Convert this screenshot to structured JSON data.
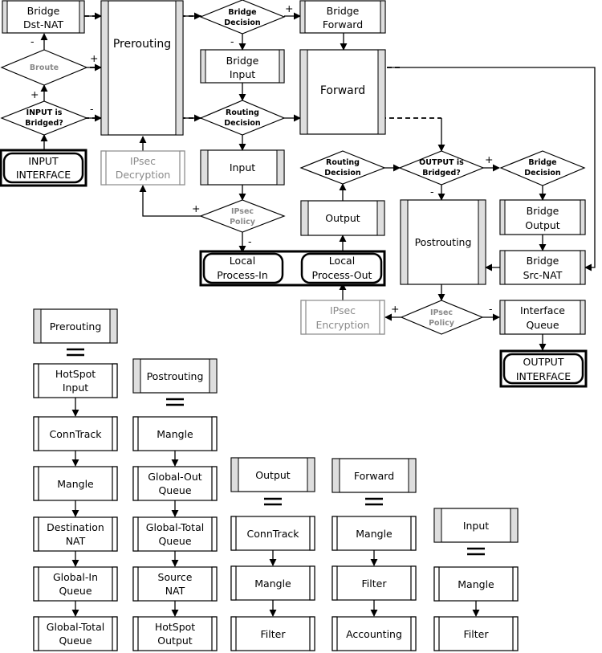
{
  "nodes": {
    "bridge_dst_nat": [
      "Bridge",
      "Dst-NAT"
    ],
    "broute": [
      "Broute"
    ],
    "input_is_bridged": [
      "INPUT is",
      "Bridged?"
    ],
    "input_interface": [
      "INPUT",
      "INTERFACE"
    ],
    "prerouting": [
      "Prerouting"
    ],
    "ipsec_decryption": [
      "IPsec",
      "Decryption"
    ],
    "bridge_decision_top": [
      "Bridge",
      "Decision"
    ],
    "bridge_input": [
      "Bridge",
      "Input"
    ],
    "routing_decision_top": [
      "Routing",
      "Decision"
    ],
    "input": [
      "Input"
    ],
    "ipsec_policy_in": [
      "IPsec",
      "Policy"
    ],
    "bridge_forward": [
      "Bridge",
      "Forward"
    ],
    "forward": [
      "Forward"
    ],
    "routing_decision_out": [
      "Routing",
      "Decision"
    ],
    "output_is_bridged": [
      "OUTPUT is",
      "Bridged?"
    ],
    "bridge_decision_right": [
      "Bridge",
      "Decision"
    ],
    "output": [
      "Output"
    ],
    "postrouting": [
      "Postrouting"
    ],
    "bridge_output": [
      "Bridge",
      "Output"
    ],
    "bridge_src_nat": [
      "Bridge",
      "Src-NAT"
    ],
    "local_process_in": [
      "Local",
      "Process-In"
    ],
    "local_process_out": [
      "Local",
      "Process-Out"
    ],
    "ipsec_encryption": [
      "IPsec",
      "Encryption"
    ],
    "ipsec_policy_out": [
      "IPsec",
      "Policy"
    ],
    "interface_queue": [
      "Interface",
      "Queue"
    ],
    "output_interface": [
      "OUTPUT",
      "INTERFACE"
    ]
  },
  "signs": {
    "plus": "+",
    "minus": "-"
  },
  "legend": {
    "prerouting": {
      "header": "Prerouting",
      "steps": [
        [
          "HotSpot",
          "Input"
        ],
        [
          "ConnTrack"
        ],
        [
          "Mangle"
        ],
        [
          "Destination",
          "NAT"
        ],
        [
          "Global-In",
          "Queue"
        ],
        [
          "Global-Total",
          "Queue"
        ]
      ]
    },
    "postrouting": {
      "header": "Postrouting",
      "steps": [
        [
          "Mangle"
        ],
        [
          "Global-Out",
          "Queue"
        ],
        [
          "Global-Total",
          "Queue"
        ],
        [
          "Source",
          "NAT"
        ],
        [
          "HotSpot",
          "Output"
        ]
      ]
    },
    "output": {
      "header": "Output",
      "steps": [
        [
          "ConnTrack"
        ],
        [
          "Mangle"
        ],
        [
          "Filter"
        ]
      ]
    },
    "forward": {
      "header": "Forward",
      "steps": [
        [
          "Mangle"
        ],
        [
          "Filter"
        ],
        [
          "Accounting"
        ]
      ]
    },
    "input": {
      "header": "Input",
      "steps": [
        [
          "Mangle"
        ],
        [
          "Filter"
        ]
      ]
    }
  }
}
